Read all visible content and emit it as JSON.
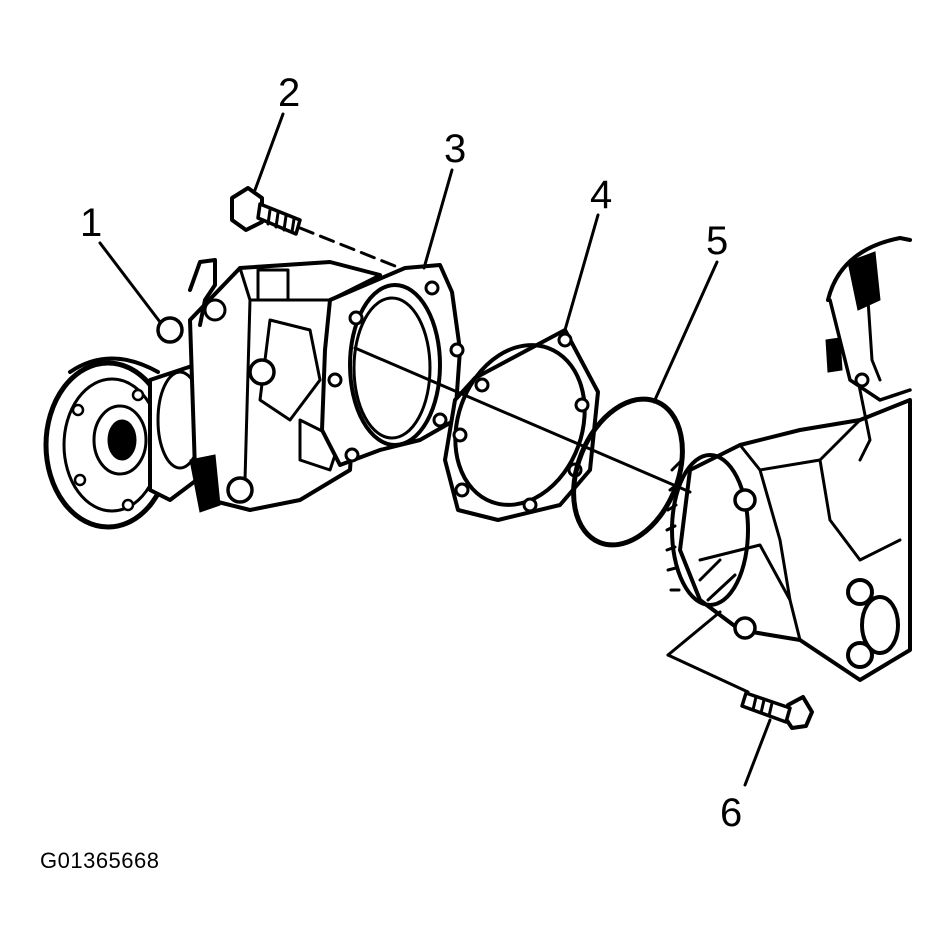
{
  "diagram": {
    "callouts": [
      {
        "id": 1,
        "label": "1"
      },
      {
        "id": 2,
        "label": "2"
      },
      {
        "id": 3,
        "label": "3"
      },
      {
        "id": 4,
        "label": "4"
      },
      {
        "id": 5,
        "label": "5"
      },
      {
        "id": 6,
        "label": "6"
      }
    ],
    "figure_id": "G01365668"
  }
}
